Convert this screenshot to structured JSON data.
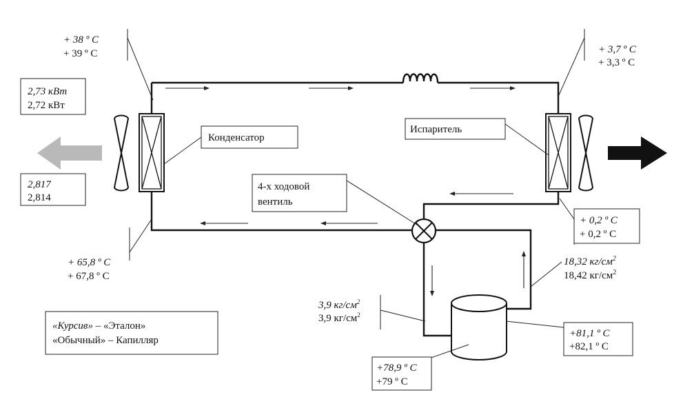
{
  "components": {
    "condenser": "Конденсатор",
    "evaporator": "Испаритель",
    "valve_line1": "4-х ходовой",
    "valve_line2": "вентиль"
  },
  "legend": {
    "line1_italic": "«Курсив»",
    "line1_rest": " – «Эталон»",
    "line2": "«Обычный» – Капилляр"
  },
  "readings": {
    "cond_in_temp": {
      "reference": "+ 38 º C",
      "capillary": "+ 39 º C"
    },
    "cond_power": {
      "reference": "2,73 кВт",
      "capillary": "2,72 кВт"
    },
    "cond_ratio": {
      "reference": "2,817",
      "capillary": "2,814"
    },
    "cond_out_temp": {
      "reference": "+ 65,8 º C",
      "capillary": "+ 67,8 º C"
    },
    "evap_out_temp": {
      "reference": "+ 3,7 º C",
      "capillary": "+ 3,3 º C"
    },
    "evap_in_temp": {
      "reference": "+ 0,2 º C",
      "capillary": "+ 0,2 º C"
    },
    "discharge_pressure": {
      "reference": "18,32 кг/см",
      "capillary": "18,42 кг/см",
      "sup": "2"
    },
    "suction_pressure": {
      "reference": "3,9 кг/см",
      "capillary": "3,9 кг/см",
      "sup": "2"
    },
    "compressor_top_temp": {
      "reference": "+81,1 º C",
      "capillary": "+82,1 º C"
    },
    "compressor_bottom_temp": {
      "reference": "+78,9 º C",
      "capillary": "+79 º C"
    }
  },
  "colors": {
    "air_in_arrow": "#b9b9b9",
    "air_out_arrow": "#111111",
    "line": "#111111"
  },
  "icons": {
    "fan": "fan-blade-icon",
    "coil": "heat-exchanger-coil-icon",
    "valve": "four-way-valve-icon",
    "capillary": "capillary-tube-coil-icon",
    "compressor": "compressor-cylinder-icon"
  }
}
